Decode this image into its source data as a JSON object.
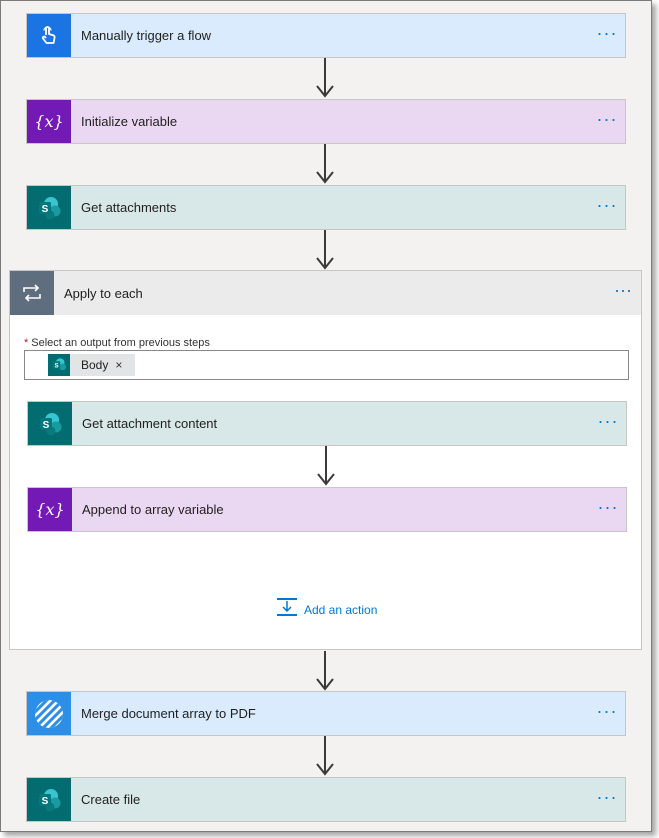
{
  "colors": {
    "accent": "#0078d4",
    "trigger_icon_bg": "#1b74e4",
    "variable_icon_bg": "#7319b5",
    "sharepoint_icon_bg": "#036c70",
    "loop_icon_bg": "#5f6e7e",
    "merge_icon_bg": "#2b8ee8"
  },
  "steps": {
    "trigger": {
      "title": "Manually trigger a flow",
      "icon": "touch-hand-icon",
      "more": "···"
    },
    "init_var": {
      "title": "Initialize variable",
      "icon": "variable-x-icon",
      "more": "···"
    },
    "get_attachments": {
      "title": "Get attachments",
      "icon": "sharepoint-icon",
      "more": "···"
    },
    "merge": {
      "title": "Merge document array to PDF",
      "icon": "stripes-icon",
      "more": "···"
    },
    "create_file": {
      "title": "Create file",
      "icon": "sharepoint-icon",
      "more": "···"
    }
  },
  "loop": {
    "title": "Apply to each",
    "icon": "loop-arrows-icon",
    "more": "···",
    "field_label": "Select an output from previous steps",
    "required_mark": "*",
    "token_label": "Body",
    "token_remove": "×",
    "inner_steps": {
      "get_content": {
        "title": "Get attachment content",
        "icon": "sharepoint-icon",
        "more": "···"
      },
      "append": {
        "title": "Append to array variable",
        "icon": "variable-x-icon",
        "more": "···"
      }
    },
    "add_action_label": "Add an action"
  }
}
